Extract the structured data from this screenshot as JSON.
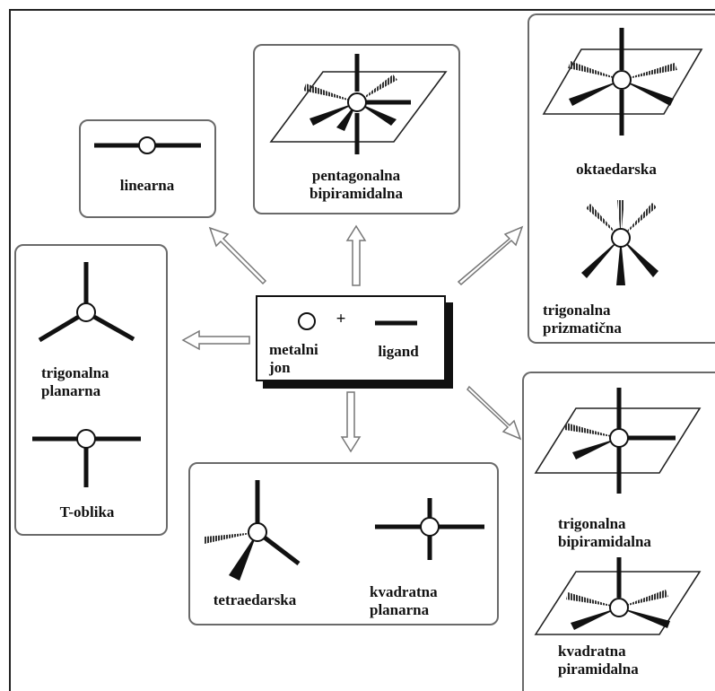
{
  "center": {
    "metal_label": "metalni\njon",
    "plus": "+",
    "ligand_label": "ligand"
  },
  "geometries": {
    "linear": "linearna",
    "pentagonal_bipyramidal": "pentagonalna\nbipiramidalna",
    "octahedral": "oktaedarska",
    "trigonal_prismatic": "trigonalna\nprizmatična",
    "trigonal_planar": "trigonalna\nplanarna",
    "t_shaped": "T-oblika",
    "tetrahedral": "tetraedarska",
    "square_planar": "kvadratna\nplanarna",
    "trigonal_bipyramidal": "trigonalna\nbipiramidalna",
    "square_pyramidal": "kvadratna\npiramidalna"
  }
}
